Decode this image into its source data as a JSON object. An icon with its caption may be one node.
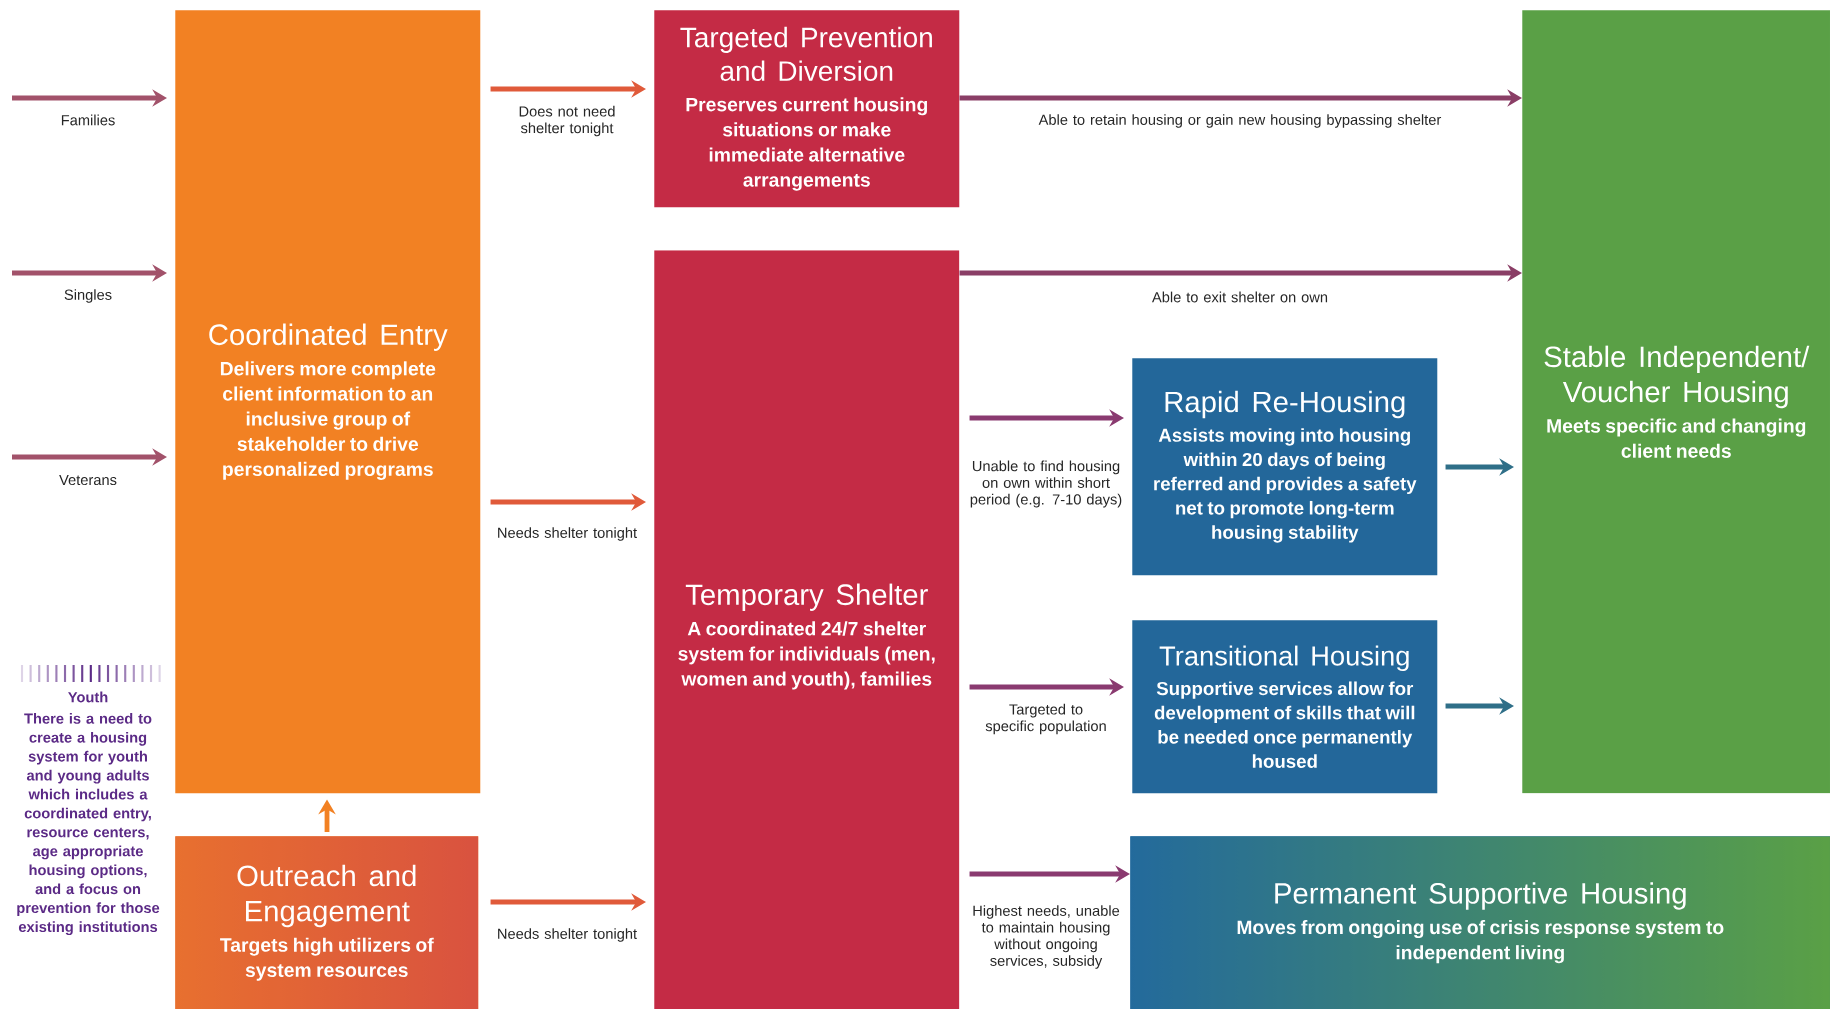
{
  "diagram": {
    "nodes": [
      {
        "text": [
          "Coordinated Entry",
          "Delivers more complete client information to an inclusive group of stakeholder to drive personalized programs"
        ]
      },
      {
        "text": [
          "Outreach and Engagement",
          "Targets high utilizers of system resources"
        ]
      },
      {
        "text": [
          "Targeted Prevention and Diversion",
          "Preserves current housing situations or make immediate alternative arrangements"
        ]
      },
      {
        "text": [
          "Temporary Shelter",
          "A coordinated 24/7 shelter system for individuals (men, women and youth), families"
        ]
      },
      {
        "text": [
          "Rapid Re-Housing",
          "Assists moving into housing within 20 days of being referred and provides a safety net to promote long-term housing stability"
        ]
      },
      {
        "text": [
          "Transitional Housing",
          "Supportive services allow for development of skills that will be needed once permanently housed"
        ]
      },
      {
        "text": [
          "Stable Independent/ Voucher Housing",
          "Meets specific and changing client needs"
        ]
      },
      {
        "text": [
          "Permanent Supportive Housing",
          "Moves from ongoing use of crisis response system to independent living"
        ]
      }
    ],
    "edges": [
      {
        "from": null,
        "to": 0,
        "arrow": "to",
        "label": "Families"
      },
      {
        "from": null,
        "to": 0,
        "arrow": "to",
        "label": "Singles"
      },
      {
        "from": null,
        "to": 0,
        "arrow": "to",
        "label": "Veterans"
      },
      {
        "from": 0,
        "to": 2,
        "arrow": "to",
        "label": "Does not need shelter tonight"
      },
      {
        "from": 0,
        "to": 3,
        "arrow": "to",
        "label": "Needs shelter tonight"
      },
      {
        "from": 1,
        "to": 0,
        "arrow": "to"
      },
      {
        "from": 1,
        "to": 3,
        "arrow": "to",
        "label": "Needs shelter tonight"
      },
      {
        "from": 2,
        "to": 6,
        "arrow": "to",
        "label": "Able to retain housing or gain new housing bypassing shelter"
      },
      {
        "from": 3,
        "to": 6,
        "arrow": "to",
        "label": "Able to exit shelter on own"
      },
      {
        "from": 3,
        "to": 4,
        "arrow": "to",
        "label": "Unable to find housing on own within short period (e.g. 7-10 days)"
      },
      {
        "from": 3,
        "to": 5,
        "arrow": "to",
        "label": "Targeted to specific population"
      },
      {
        "from": 3,
        "to": 7,
        "arrow": "to",
        "label": "Highest needs, unable to maintain housing without ongoing services, subsidy"
      },
      {
        "from": 4,
        "to": 6,
        "arrow": "to",
        "color": "#2f6f88"
      },
      {
        "from": 5,
        "to": 6,
        "arrow": "to",
        "color": "#2f6f88"
      }
    ],
    "labels": [
      "Youth",
      "There is a need to create a housing system for youth and young adults which includes a coordinated entry, resource centers, age appropriate housing options, and a focus on prevention for those existing institutions"
    ]
  }
}
